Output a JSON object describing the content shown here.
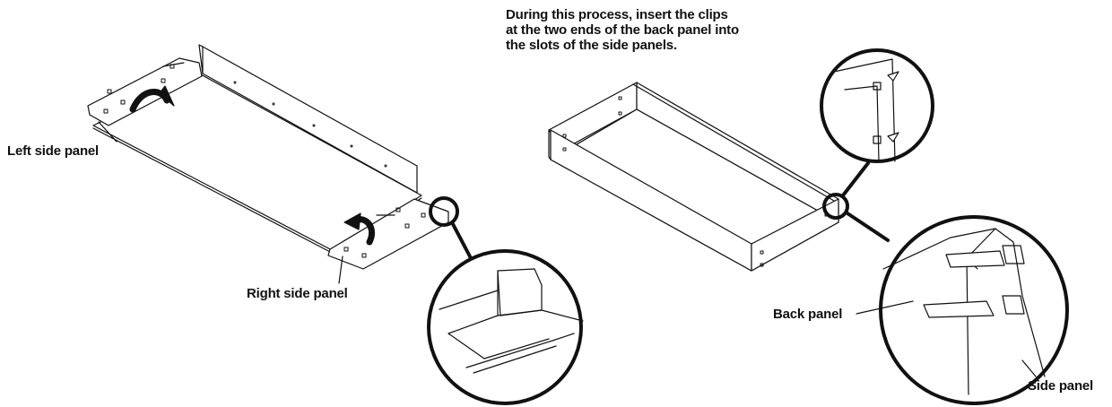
{
  "instruction": {
    "lines": [
      "During this process, insert the clips",
      "at the two ends of the back panel into",
      "the slots of the side panels."
    ]
  },
  "labels": {
    "left_side_panel": "Left side panel",
    "right_side_panel": "Right side panel",
    "back_panel": "Back panel",
    "side_panel": "Side panel"
  }
}
